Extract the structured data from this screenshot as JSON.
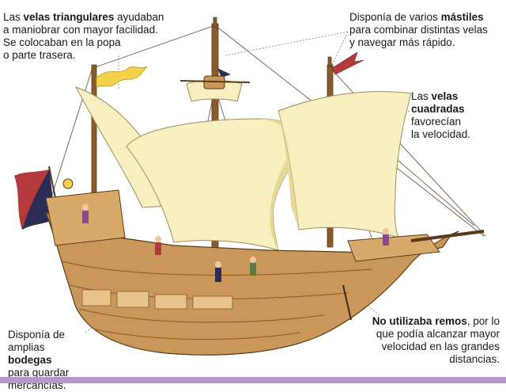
{
  "colors": {
    "sail": "#f7efc0",
    "sail_shade": "#e6d896",
    "hull_wood": "#c9975a",
    "hull_dark": "#8a5a2b",
    "flag_red": "#b23a3a",
    "flag_navy": "#2a2e55",
    "pennant": "#f2d24a",
    "rope": "#6b5a44",
    "leader": "#9a9a9a",
    "bottom_strip": "#b896cc"
  },
  "annotations": {
    "triangular_sails": {
      "l1_pre": "Las ",
      "l1_bold": "velas triangulares",
      "l1_post": " ayudaban",
      "l2": "a maniobrar con mayor facilidad.",
      "l3": "Se colocaban en la popa",
      "l4": "o parte trasera."
    },
    "masts": {
      "l1_pre": "Disponía de varios ",
      "l1_bold": "mástiles",
      "l2": "para combinar distintas velas",
      "l3": "y navegar más rápido."
    },
    "square_sails": {
      "l1_pre": "Las ",
      "l1_bold": "velas",
      "l2_bold": "cuadradas",
      "l3": "favorecían",
      "l4": "la velocidad."
    },
    "holds": {
      "l1": "Disponía de",
      "l2_pre": "amplias ",
      "l2_bold": "bodegas",
      "l3": "para guardar",
      "l4": "mercancías."
    },
    "oars": {
      "l1_bold": "No utilizaba remos",
      "l1_post": ", por lo",
      "l2": "que podía alcanzar mayor",
      "l3": "velocidad en las grandes",
      "l4": "distancias."
    }
  }
}
